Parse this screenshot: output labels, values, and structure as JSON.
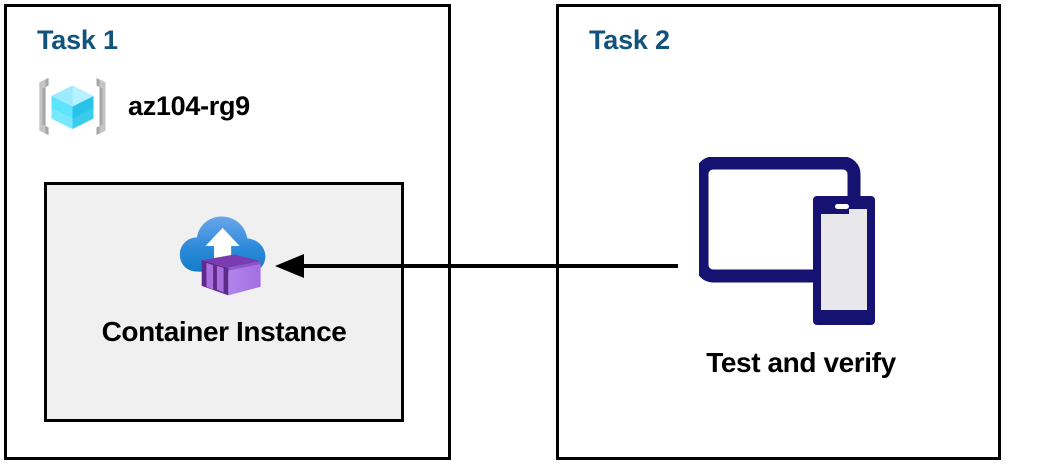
{
  "diagram": {
    "title": "Azure Container Instance task flow",
    "background": "#ffffff",
    "colors": {
      "panel_border": "#000000",
      "task_title": "#12537E",
      "box_fill": "#F0F0F0",
      "arrow": "#000000",
      "device_navy": "#161272",
      "device_screen": "#E8E8EA",
      "cube_cyan_light": "#9CEBFF",
      "cube_cyan_mid": "#32D4F5",
      "cube_cyan_dark": "#1EB6DB",
      "bracket_gray": "#B3B3B3",
      "cloud_blue_top": "#5B9BE5",
      "cloud_blue_bottom": "#1380CC",
      "container_purple_light": "#B77FE8",
      "container_purple_dark": "#6B2F9E",
      "container_purple_mid": "#9B5FD0"
    }
  },
  "task1": {
    "title": "Task 1",
    "resource_group": {
      "icon": "azure-resource-group-icon",
      "label": "az104-rg9"
    },
    "container_instance": {
      "icon": "azure-container-instance-icon",
      "label": "Container Instance"
    }
  },
  "task2": {
    "title": "Task 2",
    "devices": {
      "icon": "tablet-and-phone-icon",
      "label": "Test and verify"
    }
  },
  "connector": {
    "name": "arrow-task2-to-container-instance",
    "direction": "right-to-left",
    "style": "solid-line-with-filled-arrowhead"
  }
}
